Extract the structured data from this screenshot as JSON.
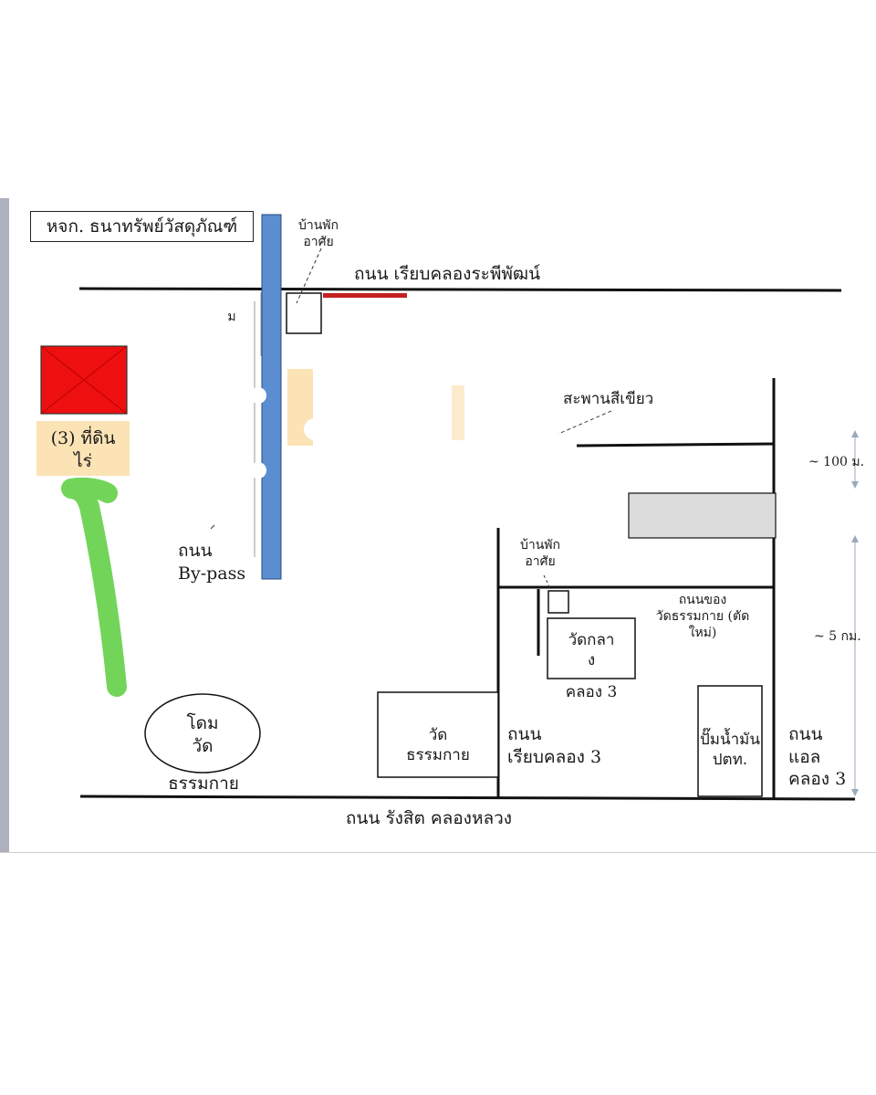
{
  "legend_title": "หจก. ธนาทรัพย์วัสดุภัณฑ์",
  "roads": {
    "top_road": "ถนน เรียบคลองระพีพัฒน์",
    "bypass": "ถนน\nBy-pass",
    "rangsit": "ถนน รังสิต คลองหลวง",
    "riab_khlong_3": "ถนน\nเรียบคลอง 3",
    "el_khlong_3": "ถนน\nแอล\nคลอง 3",
    "temple_road": "ถนนของ\nวัดธรรมกาย (ตัด\nใหม่)"
  },
  "places": {
    "residence_top": "บ้านพัก\nอาศัย",
    "residence_mid": "บ้านพัก\nอาศัย",
    "green_bridge": "สะพานสีเขียว",
    "land": "(3) ที่ดิน\n  ไร่",
    "dome_top": "โดม\nวัด",
    "dome_bottom": "ธรรมกาย",
    "wat_dhammakaya": "วัด\nธรรมกาย",
    "wat_klang": "วัดกลา\nง",
    "wat_klang_sub": "คลอง 3",
    "gas_station": "ปั๊มน้ำมัน\nปตท."
  },
  "distances": {
    "d100": "~ 100 ม.",
    "d5km": "~ 5 กม.",
    "m_mark": "ม"
  },
  "colors": {
    "bypass_road": "#5b8ed0",
    "land_red": "#ee1010",
    "land_beige": "#fbe3b6",
    "green_arrow": "#72d55a",
    "gray_block": "#dcdcdc",
    "top_red_strip": "#c42020"
  }
}
